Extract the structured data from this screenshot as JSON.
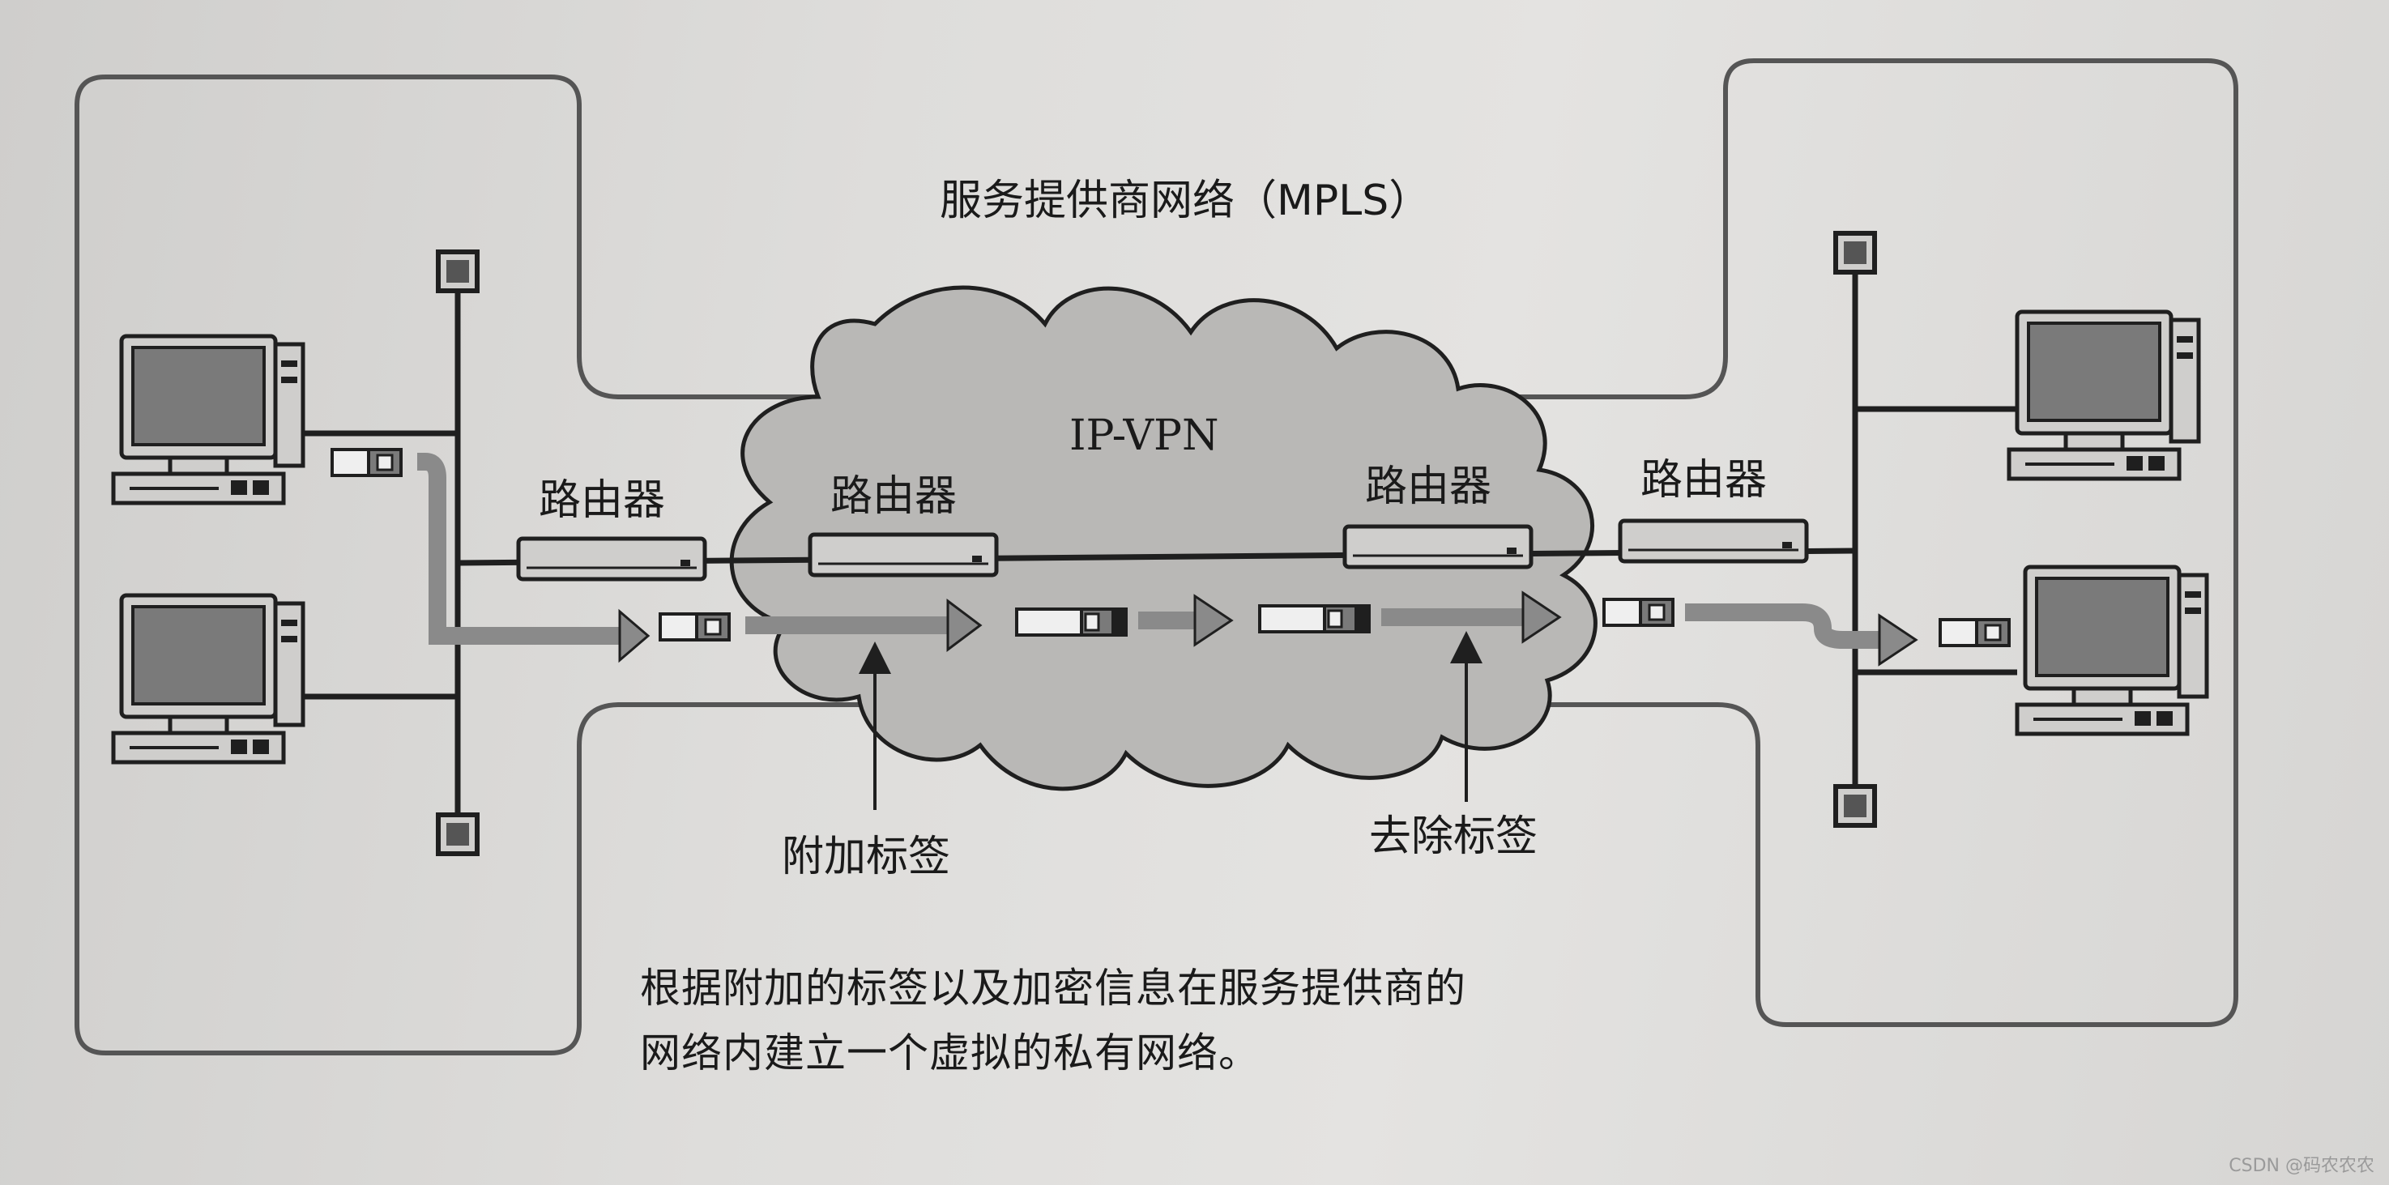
{
  "diagram": {
    "provider_network_label": "服务提供商网络（MPLS）",
    "vpn_label": "IP-VPN",
    "router_labels": [
      "路由器",
      "路由器",
      "路由器",
      "路由器"
    ],
    "attach_label": "附加标签",
    "remove_label": "去除标签",
    "caption": {
      "line1": "根据附加的标签以及加密信息在服务提供商的",
      "line2": "网络内建立一个虚拟的私有网络。"
    },
    "watermark": "CSDN @码农农农"
  },
  "colors": {
    "line": "#1f1f1f",
    "cloud_fill": "#b9b8b6",
    "frame": "#555555",
    "arrow": "#8a8a8a",
    "device": "#cfcecc",
    "screen": "#7a7a7a"
  }
}
